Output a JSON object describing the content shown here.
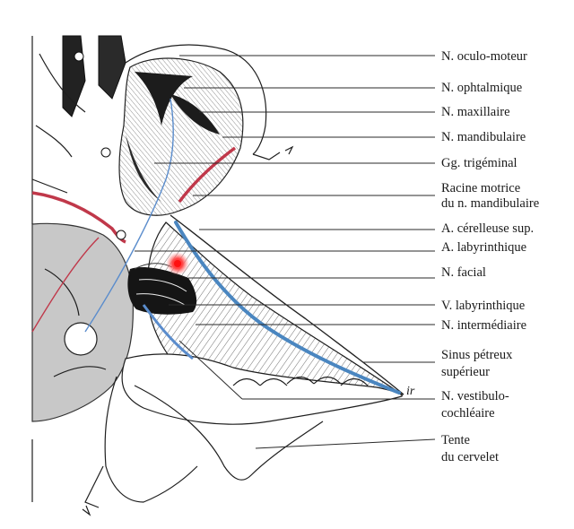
{
  "labels": [
    {
      "id": "oculo",
      "text": "N. oculo-moteur"
    },
    {
      "id": "ophtalmique",
      "text": "N. ophtalmique"
    },
    {
      "id": "maxillaire",
      "text": "N. maxillaire"
    },
    {
      "id": "mandibulaire",
      "text": "N. mandibulaire"
    },
    {
      "id": "trigeminal",
      "text": "Gg. trigéminal"
    },
    {
      "id": "racine1",
      "text": "Racine motrice"
    },
    {
      "id": "racine2",
      "text": "du n. mandibulaire"
    },
    {
      "id": "cerelleuse",
      "text": "A. cérelleuse sup."
    },
    {
      "id": "labyr_a",
      "text": "A. labyrinthique"
    },
    {
      "id": "facial",
      "text": "N. facial"
    },
    {
      "id": "labyr_v",
      "text": "V. labyrinthique"
    },
    {
      "id": "intermediaire",
      "text": "N. intermédiaire"
    },
    {
      "id": "sinus1",
      "text": "Sinus pétreux"
    },
    {
      "id": "sinus2",
      "text": "supérieur"
    },
    {
      "id": "vestibulo1",
      "text": "N. vestibulo-"
    },
    {
      "id": "vestibulo2",
      "text": "cochléaire"
    },
    {
      "id": "tente1",
      "text": "Tente"
    },
    {
      "id": "tente2",
      "text": "du cervelet"
    }
  ],
  "annotations": {
    "ir": "ir"
  },
  "colors": {
    "artery": "#c0384a",
    "sinus": "#4a86c0",
    "nerve_blue": "#5a8ccc",
    "grey_region": "#c8c8c8",
    "marker": "#ff2a2a"
  },
  "marker": {
    "name": "red-point-marker"
  }
}
